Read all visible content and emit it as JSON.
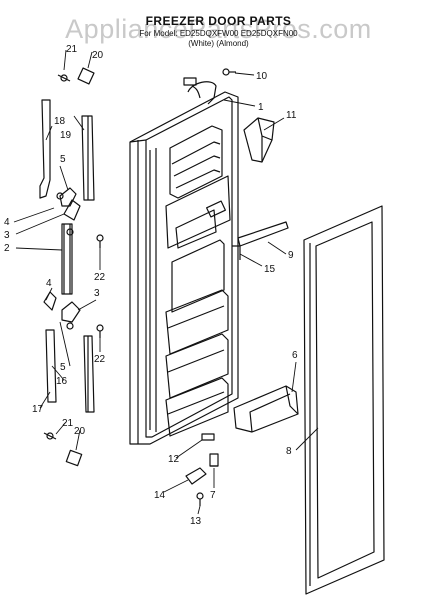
{
  "header": {
    "watermark": "AppliancePartsPros.com",
    "title": "FREEZER DOOR PARTS",
    "subtitle": "For Model: ED25DQXFW00 ED25DQXFN00",
    "variant": "(White)   (Almond)"
  },
  "callouts": [
    "1",
    "2",
    "3",
    "4",
    "5",
    "6",
    "7",
    "8",
    "9",
    "10",
    "11",
    "12",
    "13",
    "14",
    "15",
    "16",
    "17",
    "18",
    "19",
    "20",
    "21",
    "22"
  ]
}
